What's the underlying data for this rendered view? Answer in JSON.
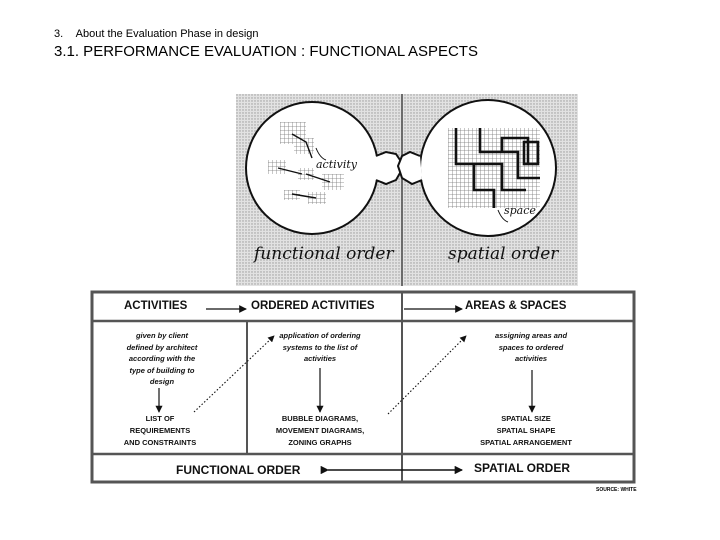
{
  "header": {
    "section_number": "3.",
    "section_title": "About the Evaluation Phase in design",
    "slide_title": "3.1. PERFORMANCE EVALUATION : FUNCTIONAL ASPECTS"
  },
  "sketch": {
    "left_caption": "functional order",
    "right_caption": "spatial order",
    "left_label": "activity",
    "right_label": "space"
  },
  "table": {
    "headers": [
      "ACTIVITIES",
      "ORDERED ACTIVITIES",
      "AREAS & SPACES"
    ],
    "descriptions": [
      [
        "given by client",
        "defined by architect",
        "according with the",
        "type of building to",
        "design"
      ],
      [
        "application of ordering",
        "systems to the list of",
        "activities"
      ],
      [
        "assigning areas and",
        "spaces to ordered",
        "activities"
      ]
    ],
    "outputs": [
      [
        "LIST OF",
        "REQUIREMENTS",
        "AND CONSTRAINTS"
      ],
      [
        "BUBBLE DIAGRAMS,",
        "MOVEMENT DIAGRAMS,",
        "ZONING GRAPHS"
      ],
      [
        "SPATIAL SIZE",
        "SPATIAL SHAPE",
        "SPATIAL ARRANGEMENT"
      ]
    ],
    "footer_left": "FUNCTIONAL ORDER",
    "footer_right": "SPATIAL ORDER"
  },
  "source": "SOURCE: WHITE"
}
